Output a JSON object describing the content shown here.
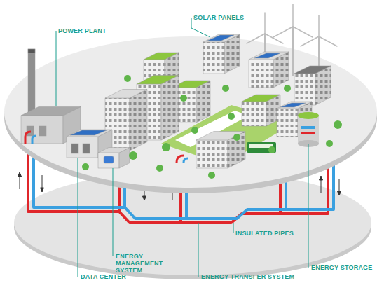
{
  "diagram": {
    "labels": [
      "POWER PLANT",
      "SOLAR PANELS",
      "INSULATED PIPES",
      "ENERGY MANAGEMENT SYSTEM",
      "ENERGY STORAGE",
      "DATA CENTER",
      "ENERGY TRANSFER SYSTEM"
    ]
  }
}
